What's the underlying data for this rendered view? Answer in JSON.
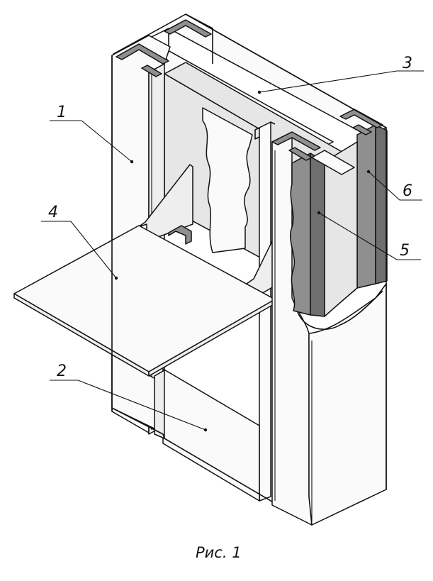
{
  "figure": {
    "caption": "Рис. 1",
    "callouts": [
      {
        "id": "1",
        "label": "1"
      },
      {
        "id": "2",
        "label": "2"
      },
      {
        "id": "3",
        "label": "3"
      },
      {
        "id": "4",
        "label": "4"
      },
      {
        "id": "5",
        "label": "5"
      },
      {
        "id": "6",
        "label": "6"
      }
    ]
  },
  "colors": {
    "line": "#111111",
    "panel_face": "#fafafa",
    "panel_interior": "#e6e6e6",
    "insulation": "#8f8f8f",
    "channel_section": "#777777"
  }
}
